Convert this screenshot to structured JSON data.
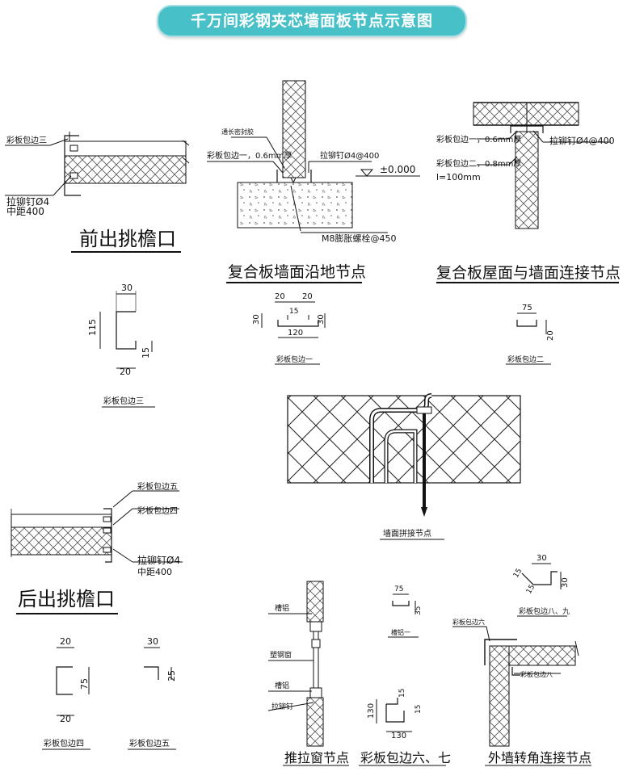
{
  "title": "千万间彩钢夹芯墙面板节点示意图",
  "details": {
    "front_eave": {
      "title": "前出挑檐口",
      "label_trim3": "彩板包边三",
      "label_rivet": "拉铆钉Ø4",
      "label_spacing": "中距400"
    },
    "rear_eave": {
      "title": "后出挑檐口",
      "label_trim5": "彩板包边五",
      "label_trim4": "彩板包边四",
      "label_rivet": "拉铆钉Ø4",
      "label_spacing": "中距400"
    },
    "ground": {
      "title": "复合板墙面沿地节点",
      "label_seal": "通长密封胶",
      "label_trim1": "彩板包边一，0.6mm厚",
      "label_rivet": "拉铆钉Ø4@400",
      "label_level": "±0.000",
      "label_bolt": "M8膨胀螺栓@450"
    },
    "roof_wall": {
      "title": "复合板屋面与墙面连接节点",
      "label_trim1": "彩板包边一，0.6mm厚",
      "label_trim2": "彩板包边二，0.8mm厚",
      "label_len": "l=100mm",
      "label_rivet": "拉铆钉Ø4@400"
    },
    "trim3": {
      "title": "彩板包边三",
      "d_top": "30",
      "d_height": "115",
      "d_bottom": "20",
      "d_lip": "15"
    },
    "trim1": {
      "title": "彩板包边一",
      "d_a": "20",
      "d_b": "20",
      "d_c": "15",
      "d_h1": "30",
      "d_h2": "30",
      "d_w": "120"
    },
    "trim2": {
      "title": "彩板包边二",
      "d_w": "75",
      "d_h": "20"
    },
    "wall_joint": {
      "title": "墙面拼接节点"
    },
    "trim4": {
      "title": "彩板包边四",
      "d_top": "20",
      "d_h": "75",
      "d_bottom": "20"
    },
    "trim5": {
      "title": "彩板包边五",
      "d_top": "30",
      "d_h": "25"
    },
    "window": {
      "title": "推拉窗节点",
      "label_alu1": "槽铝",
      "label_window": "塑钢窗",
      "label_alu2": "槽铝",
      "label_rivet": "拉铆钉"
    },
    "channel": {
      "title": "槽铝一",
      "d_w": "75",
      "d_h": "35"
    },
    "trim67": {
      "title": "彩板包边六、七",
      "d_h": "130",
      "d_a": "15",
      "d_b": "15",
      "d_w": "130"
    },
    "trim89": {
      "title": "彩板包边八、九",
      "d_w": "30",
      "d_h": "30",
      "d_a": "15",
      "d_b": "15"
    },
    "corner": {
      "title": "外墙转角连接节点",
      "label_trim6": "彩板包边六",
      "label_trim8": "彩板包边八"
    }
  },
  "colors": {
    "banner": "#47c0c8",
    "line": "#111111"
  }
}
